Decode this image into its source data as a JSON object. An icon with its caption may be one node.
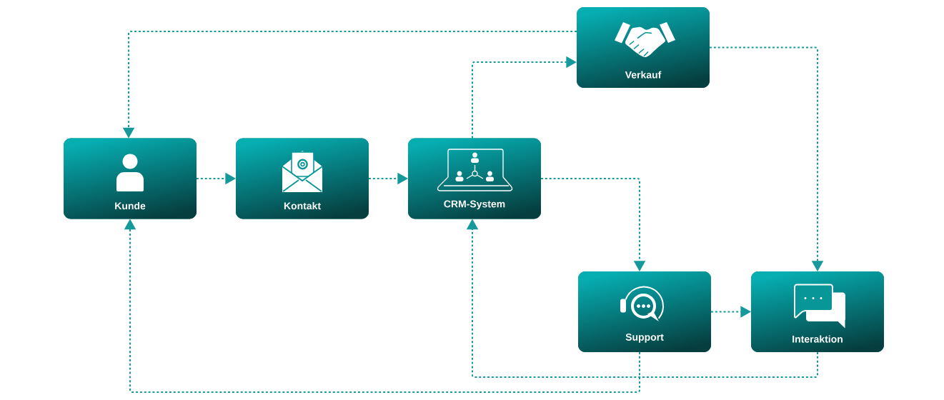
{
  "diagram": {
    "nodes": [
      {
        "text": [
          "Verkauf"
        ]
      },
      {
        "text": [
          "Kunde"
        ]
      },
      {
        "text": [
          "Kontakt"
        ]
      },
      {
        "text": [
          "CRM-System"
        ]
      },
      {
        "text": [
          "Support"
        ]
      },
      {
        "text": [
          "Interaktion"
        ]
      }
    ],
    "edges": [
      {
        "from": 1,
        "to": 2,
        "arrow": "to"
      },
      {
        "from": 2,
        "to": 3,
        "arrow": "to"
      },
      {
        "from": 3,
        "to": 0,
        "arrow": "to"
      },
      {
        "from": 0,
        "to": 1,
        "arrow": "to"
      },
      {
        "from": 3,
        "to": 4,
        "arrow": "to"
      },
      {
        "from": 0,
        "to": 5,
        "arrow": "to"
      },
      {
        "from": 4,
        "to": 5,
        "arrow": "to"
      },
      {
        "from": 5,
        "to": 3,
        "arrow": "to"
      },
      {
        "from": 4,
        "to": 1,
        "arrow": "to"
      }
    ]
  }
}
